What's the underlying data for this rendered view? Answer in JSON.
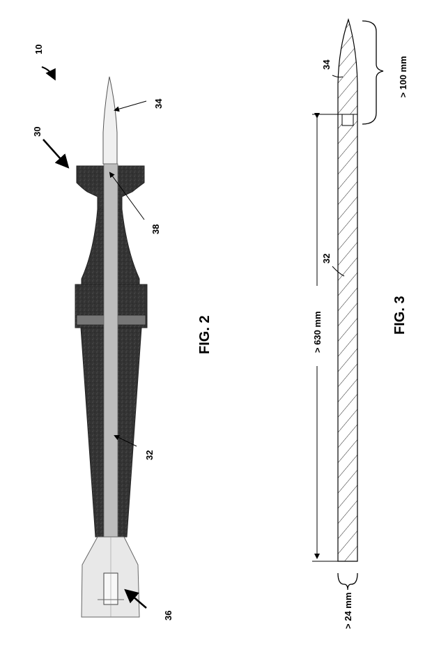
{
  "fig2": {
    "caption": "FIG. 2",
    "refs": {
      "r10": "10",
      "r30": "30",
      "r34": "34",
      "r38": "38",
      "r32": "32",
      "r36": "36"
    }
  },
  "fig3": {
    "caption": "FIG. 3",
    "refs": {
      "r34": "34",
      "r32": "32"
    },
    "dims": {
      "tip": "> 100 mm",
      "length": "> 630 mm",
      "diameter": "> 24 mm"
    }
  },
  "colors": {
    "body": "#3a3a3a",
    "core": "#b8b8b8",
    "tip": "#f2f2f2",
    "line": "#000000"
  }
}
